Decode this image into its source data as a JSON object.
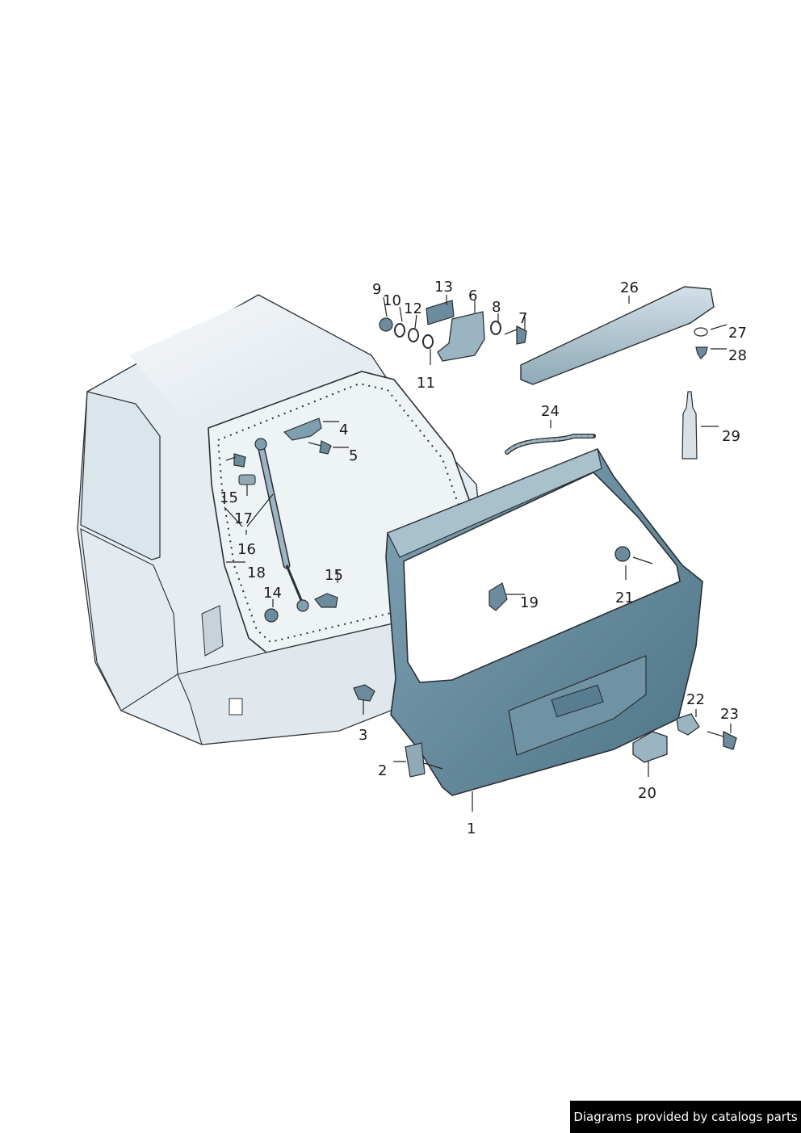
{
  "footer": {
    "credit": "Diagrams provided by catalogs parts"
  },
  "callouts": {
    "c1": "1",
    "c2": "2",
    "c3": "3",
    "c4": "4",
    "c5": "5",
    "c6": "6",
    "c7": "7",
    "c8": "8",
    "c9": "9",
    "c10": "10",
    "c11": "11",
    "c12": "12",
    "c13": "13",
    "c14": "14",
    "c15a": "15",
    "c15b": "15",
    "c16": "16",
    "c17": "17",
    "c18": "18",
    "c19": "19",
    "c20": "20",
    "c21": "21",
    "c22": "22",
    "c23": "23",
    "c24": "24",
    "c26": "26",
    "c27": "27",
    "c28": "28",
    "c29": "29"
  },
  "colors": {
    "body_fill": "#e4ebf1",
    "panel_fill": "#5f8497",
    "panel_light": "#8fb0c0",
    "spoiler_fill": "#b9cbd5",
    "outline": "#2b2f33"
  }
}
